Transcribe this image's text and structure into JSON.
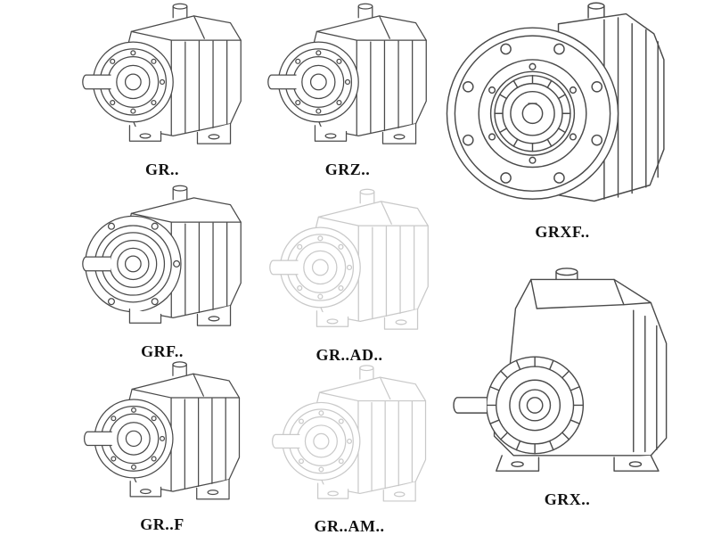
{
  "page": {
    "background": "#ffffff"
  },
  "colors": {
    "line": "#4a4a4a",
    "faded_line": "#c9c9c9",
    "label": "#111111"
  },
  "figures": [
    {
      "id": "gr",
      "label": "GR..",
      "drawing": "helical-gear-reducer-foot-mounted",
      "dimmed": false
    },
    {
      "id": "grz",
      "label": "GRZ..",
      "drawing": "helical-gear-reducer-foot-mounted",
      "dimmed": false
    },
    {
      "id": "grxf",
      "label": "GRXF..",
      "drawing": "helical-gear-reducer-flange-front",
      "dimmed": false
    },
    {
      "id": "grf",
      "label": "GRF..",
      "drawing": "helical-gear-reducer-flanged-side",
      "dimmed": false
    },
    {
      "id": "gr-ad",
      "label": "GR..AD..",
      "drawing": "helical-gear-reducer-adapter",
      "dimmed": true
    },
    {
      "id": "grx",
      "label": "GRX..",
      "drawing": "helical-gear-reducer-large-foot",
      "dimmed": false
    },
    {
      "id": "gr-f",
      "label": "GR..F",
      "drawing": "helical-gear-reducer-foot-mounted",
      "dimmed": false
    },
    {
      "id": "gr-am",
      "label": "GR..AM..",
      "drawing": "helical-gear-reducer-adapter",
      "dimmed": true
    }
  ]
}
